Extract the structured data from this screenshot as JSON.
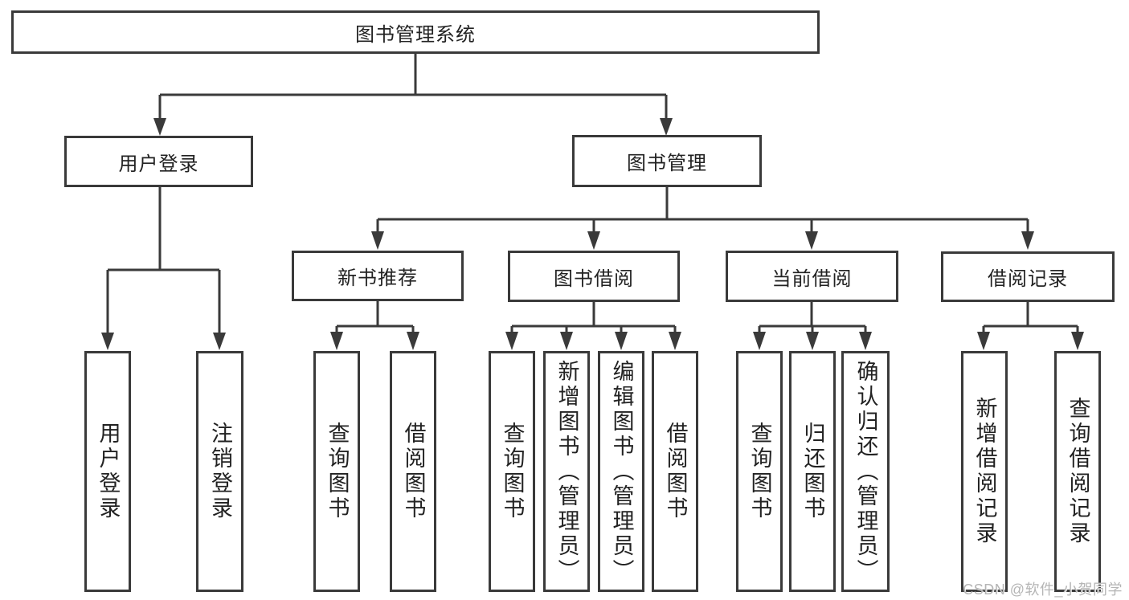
{
  "tree": {
    "label": "图书管理系统",
    "children": [
      {
        "label": "用户登录",
        "children": [
          {
            "label": "用户登录"
          },
          {
            "label": "注销登录"
          }
        ]
      },
      {
        "label": "图书管理",
        "children": [
          {
            "label": "新书推荐",
            "children": [
              {
                "label": "查询图书"
              },
              {
                "label": "借阅图书"
              }
            ]
          },
          {
            "label": "图书借阅",
            "children": [
              {
                "label": "查询图书"
              },
              {
                "label": "新增图书（管理员）"
              },
              {
                "label": "编辑图书（管理员）"
              },
              {
                "label": "借阅图书"
              }
            ]
          },
          {
            "label": "当前借阅",
            "children": [
              {
                "label": "查询图书"
              },
              {
                "label": "归还图书"
              },
              {
                "label": "确认归还（管理员）"
              }
            ]
          },
          {
            "label": "借阅记录",
            "children": [
              {
                "label": "新增借阅记录"
              },
              {
                "label": "查询借阅记录"
              }
            ]
          }
        ]
      }
    ]
  },
  "watermark": "CSDN @软件_小贺同学",
  "colors": {
    "line": "#3a3a3a",
    "text": "#222222",
    "background": "#ffffff",
    "watermark": "#b5b5b5"
  }
}
